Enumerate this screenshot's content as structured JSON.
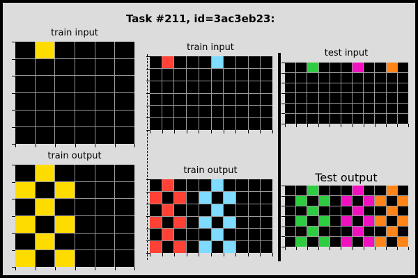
{
  "title": "Task #211, id=3ac3eb23:",
  "colors": {
    "0": "#000000",
    "2": "#ff4136",
    "3": "#2ecc40",
    "4": "#ffdc00",
    "6": "#f012be",
    "7": "#ff851b",
    "8": "#7fdbff"
  },
  "panels": [
    {
      "key": "pair1_input",
      "label": "train input",
      "rows": 6,
      "cols": 6,
      "cells": [
        [
          0,
          4,
          0,
          0,
          0,
          0
        ],
        [
          0,
          0,
          0,
          0,
          0,
          0
        ],
        [
          0,
          0,
          0,
          0,
          0,
          0
        ],
        [
          0,
          0,
          0,
          0,
          0,
          0
        ],
        [
          0,
          0,
          0,
          0,
          0,
          0
        ],
        [
          0,
          0,
          0,
          0,
          0,
          0
        ]
      ]
    },
    {
      "key": "pair1_output",
      "label": "train output",
      "rows": 6,
      "cols": 6,
      "cells": [
        [
          0,
          4,
          0,
          0,
          0,
          0
        ],
        [
          4,
          0,
          4,
          0,
          0,
          0
        ],
        [
          0,
          4,
          0,
          0,
          0,
          0
        ],
        [
          4,
          0,
          4,
          0,
          0,
          0
        ],
        [
          0,
          4,
          0,
          0,
          0,
          0
        ],
        [
          4,
          0,
          4,
          0,
          0,
          0
        ]
      ]
    },
    {
      "key": "pair2_input",
      "label": "train input",
      "rows": 6,
      "cols": 10,
      "cells": [
        [
          0,
          2,
          0,
          0,
          0,
          8,
          0,
          0,
          0,
          0
        ],
        [
          0,
          0,
          0,
          0,
          0,
          0,
          0,
          0,
          0,
          0
        ],
        [
          0,
          0,
          0,
          0,
          0,
          0,
          0,
          0,
          0,
          0
        ],
        [
          0,
          0,
          0,
          0,
          0,
          0,
          0,
          0,
          0,
          0
        ],
        [
          0,
          0,
          0,
          0,
          0,
          0,
          0,
          0,
          0,
          0
        ],
        [
          0,
          0,
          0,
          0,
          0,
          0,
          0,
          0,
          0,
          0
        ]
      ]
    },
    {
      "key": "pair2_output",
      "label": "train output",
      "rows": 6,
      "cols": 10,
      "cells": [
        [
          0,
          2,
          0,
          0,
          0,
          8,
          0,
          0,
          0,
          0
        ],
        [
          2,
          0,
          2,
          0,
          8,
          0,
          8,
          0,
          0,
          0
        ],
        [
          0,
          2,
          0,
          0,
          0,
          8,
          0,
          0,
          0,
          0
        ],
        [
          2,
          0,
          2,
          0,
          8,
          0,
          8,
          0,
          0,
          0
        ],
        [
          0,
          2,
          0,
          0,
          0,
          8,
          0,
          0,
          0,
          0
        ],
        [
          2,
          0,
          2,
          0,
          8,
          0,
          8,
          0,
          0,
          0
        ]
      ]
    },
    {
      "key": "test_input",
      "label": "test input",
      "rows": 6,
      "cols": 11,
      "cells": [
        [
          0,
          0,
          3,
          0,
          0,
          0,
          6,
          0,
          0,
          7,
          0
        ],
        [
          0,
          0,
          0,
          0,
          0,
          0,
          0,
          0,
          0,
          0,
          0
        ],
        [
          0,
          0,
          0,
          0,
          0,
          0,
          0,
          0,
          0,
          0,
          0
        ],
        [
          0,
          0,
          0,
          0,
          0,
          0,
          0,
          0,
          0,
          0,
          0
        ],
        [
          0,
          0,
          0,
          0,
          0,
          0,
          0,
          0,
          0,
          0,
          0
        ],
        [
          0,
          0,
          0,
          0,
          0,
          0,
          0,
          0,
          0,
          0,
          0
        ]
      ]
    },
    {
      "key": "test_output",
      "label": "Test output",
      "rows": 6,
      "cols": 11,
      "cells": [
        [
          0,
          0,
          3,
          0,
          0,
          0,
          6,
          0,
          0,
          7,
          0
        ],
        [
          0,
          3,
          0,
          3,
          0,
          6,
          0,
          6,
          7,
          0,
          7
        ],
        [
          0,
          0,
          3,
          0,
          0,
          0,
          6,
          0,
          0,
          7,
          0
        ],
        [
          0,
          3,
          0,
          3,
          0,
          6,
          0,
          6,
          7,
          0,
          7
        ],
        [
          0,
          0,
          3,
          0,
          0,
          0,
          6,
          0,
          0,
          7,
          0
        ],
        [
          0,
          3,
          0,
          3,
          0,
          6,
          0,
          6,
          7,
          0,
          7
        ]
      ]
    }
  ]
}
